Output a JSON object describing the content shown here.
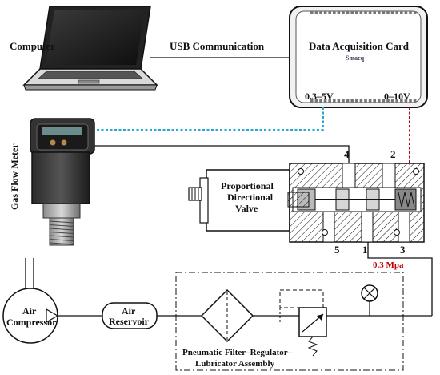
{
  "labels": {
    "computer": "Computer",
    "usb": "USB Communication",
    "daq_title": "Data Acquisition Card",
    "daq_brand": "Smacq",
    "daq_left_range": "0.3–5V",
    "daq_right_range": "0–10V",
    "flow_meter": "Gas Flow Meter",
    "valve_line1": "Proportional",
    "valve_line2": "Directional",
    "valve_line3": "Valve",
    "port4": "4",
    "port2": "2",
    "port5": "5",
    "port1": "1",
    "port3": "3",
    "pressure": "0.3 Mpa",
    "compressor_line1": "Air",
    "compressor_line2": "Compressor",
    "reservoir_line1": "Air",
    "reservoir_line2": "Reservoir",
    "frl_line1": "Pneumatic Filter–Regulator–",
    "frl_line2": "Lubricator Assembly"
  },
  "colors": {
    "signal_blue": "#2aa6d6",
    "signal_red": "#c00000",
    "outline": "#111111"
  }
}
